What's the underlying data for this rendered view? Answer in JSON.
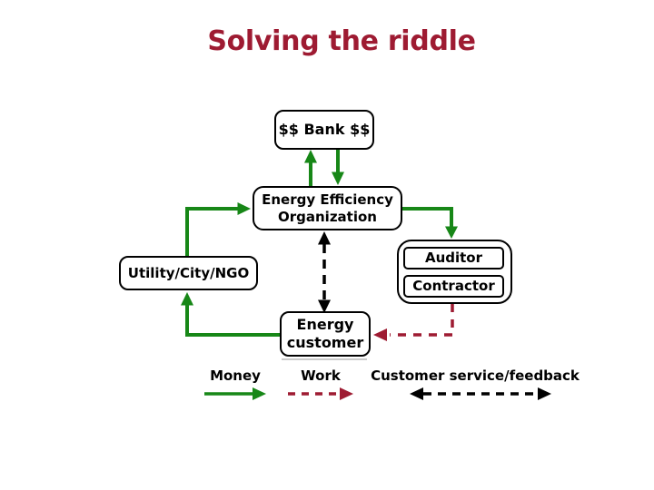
{
  "slide": {
    "title": "Solving the riddle",
    "colors": {
      "accent_red": "#9E1B32",
      "money_green": "#178717",
      "work_red": "#9E1B32",
      "feedback_black": "#000000",
      "box_border": "#000000",
      "background": "#FFFFFF"
    }
  },
  "diagram": {
    "nodes": {
      "bank": {
        "label": "$$ Bank $$"
      },
      "eeo": {
        "line1": "Energy Efficiency",
        "line2": "Organization"
      },
      "utility": {
        "label": "Utility/City/NGO"
      },
      "auditor": {
        "label": "Auditor"
      },
      "contractor": {
        "label": "Contractor"
      },
      "customer": {
        "line1": "Energy",
        "line2": "customer"
      }
    },
    "connections": [
      {
        "from": "eeo",
        "to": "bank",
        "type": "money"
      },
      {
        "from": "bank",
        "to": "eeo",
        "type": "money"
      },
      {
        "from": "utility",
        "to": "eeo",
        "type": "money"
      },
      {
        "from": "eeo",
        "to": "auditor-contractor-group",
        "type": "money"
      },
      {
        "from": "customer",
        "to": "utility",
        "type": "money"
      },
      {
        "from": "contractor",
        "to": "customer",
        "type": "work"
      },
      {
        "from": "eeo",
        "to": "customer",
        "type": "customer-service-feedback",
        "bidirectional": true
      }
    ]
  },
  "legend": {
    "items": [
      {
        "label": "Money",
        "style": "solid-arrow",
        "color": "#178717"
      },
      {
        "label": "Work",
        "style": "dashed-arrow",
        "color": "#9E1B32"
      },
      {
        "label": "Customer service/feedback",
        "style": "dashed-double-arrow",
        "color": "#000000"
      }
    ]
  }
}
